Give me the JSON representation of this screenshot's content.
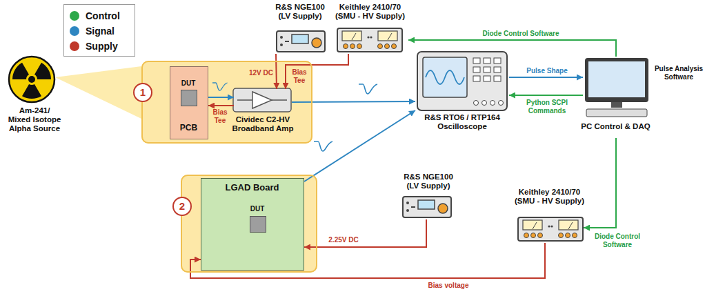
{
  "diagram": {
    "nodes": [
      {
        "text": [
          "1"
        ]
      },
      {
        "text": [
          "PCB"
        ],
        "in": 0
      },
      {
        "text": [
          "DUT"
        ],
        "in": 1
      },
      {
        "text": [
          "Cividec C2-HV Broadband Amp"
        ],
        "in": 0
      },
      {
        "text": [
          "R&S NGE100 (LV Supply)"
        ]
      },
      {
        "text": [
          "Keithley 2410/70 (SMU - HV Supply)"
        ]
      },
      {
        "text": [
          "R&S RTO6 / RTP164 Oscilloscope"
        ]
      },
      {
        "text": [
          "PC Control & DAQ",
          "Pulse Analysis Software"
        ]
      },
      {
        "text": [
          "Am-241/ Mixed Isotope Alpha Source"
        ]
      },
      {
        "text": [
          "2"
        ]
      },
      {
        "text": [
          "LGAD Board"
        ],
        "in": 9
      },
      {
        "text": [
          "DUT"
        ],
        "in": 10
      },
      {
        "text": [
          "R&S NGE100 (LV Supply)"
        ]
      },
      {
        "text": [
          "Keithley 2410/70 (SMU - HV Supply)"
        ]
      }
    ],
    "edges": [
      {
        "from": 1,
        "to": 3,
        "arrow": "to"
      },
      {
        "from": 3,
        "to": 1,
        "label": "Bias Tee",
        "arrow": "to"
      },
      {
        "from": 4,
        "to": 3,
        "label": "12V DC",
        "arrow": "to"
      },
      {
        "from": 5,
        "to": 3,
        "label": "Bias Tee",
        "arrow": "to"
      },
      {
        "from": 3,
        "to": 6,
        "arrow": "to"
      },
      {
        "from": 6,
        "to": 7,
        "label": "Pulse Shape",
        "arrow": "to"
      },
      {
        "from": 7,
        "to": 6,
        "label": "Python SCPI Commands",
        "arrow": "to"
      },
      {
        "from": 7,
        "to": 5,
        "label": "Diode Control Software",
        "arrow": "to"
      },
      {
        "from": 7,
        "to": 13,
        "label": "Diode Control Software",
        "arrow": "to"
      },
      {
        "from": 10,
        "to": 6,
        "arrow": "to"
      },
      {
        "from": 12,
        "to": 10,
        "label": "2.25V DC",
        "arrow": "to"
      },
      {
        "from": 13,
        "to": 10,
        "label": "Bias voltage",
        "arrow": "to"
      }
    ],
    "legend": [
      {
        "text": "Control",
        "color": "#2ca84a"
      },
      {
        "text": "Signal",
        "color": "#2e86c1"
      },
      {
        "text": "Supply",
        "color": "#c0392b"
      }
    ]
  }
}
